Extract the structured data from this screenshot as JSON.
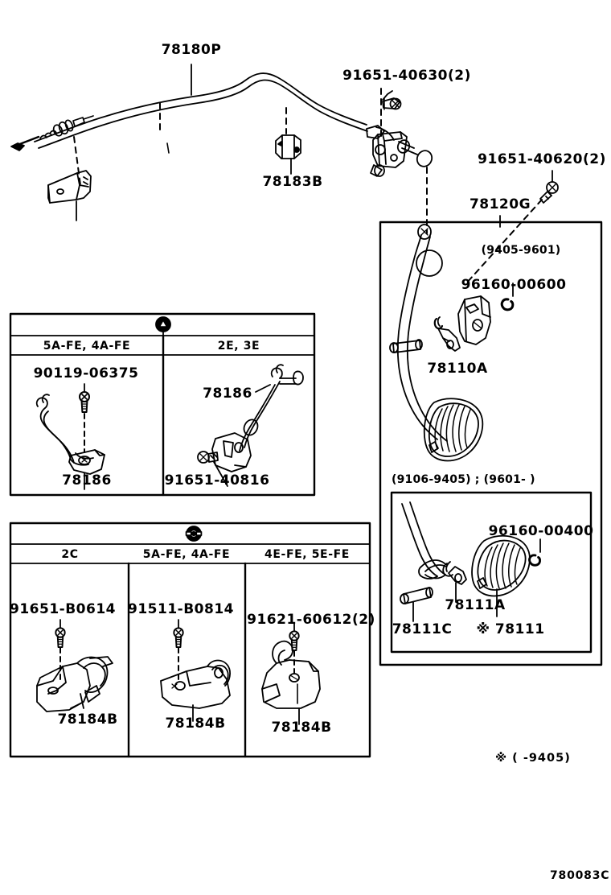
{
  "diagram": {
    "id_code": "780083C",
    "footnote": "※ (    -9405)"
  },
  "main_callouts": [
    {
      "id": "78180P",
      "text": "78180P"
    },
    {
      "id": "78183B",
      "text": "78183B"
    },
    {
      "id": "91651-40630(2)",
      "text": "91651-40630(2)"
    },
    {
      "id": "91651-40620(2)",
      "text": "91651-40620(2)"
    },
    {
      "id": "78120G",
      "text": "78120G"
    }
  ],
  "panel_pedal": {
    "condition_top": "(9405-9601)",
    "condition_bottom": "(9106-9405) ; (9601-        )",
    "callouts": [
      {
        "id": "96160-00600",
        "text": "96160-00600"
      },
      {
        "id": "78110A",
        "text": "78110A"
      }
    ],
    "inner": {
      "callouts": [
        {
          "id": "96160-00400",
          "text": "96160-00400"
        },
        {
          "id": "78111A",
          "text": "78111A"
        },
        {
          "id": "78111C",
          "text": "78111C"
        },
        {
          "id": "78111",
          "text": "※ 78111"
        }
      ]
    }
  },
  "panel_triangle": {
    "marker": "triangle-marker",
    "columns": [
      {
        "header": "5A-FE, 4A-FE",
        "callouts": [
          {
            "id": "90119-06375",
            "text": "90119-06375"
          },
          {
            "id": "78186",
            "text": "78186"
          }
        ]
      },
      {
        "header": "2E, 3E",
        "callouts": [
          {
            "id": "78186",
            "text": "78186"
          },
          {
            "id": "91651-40816",
            "text": "91651-40816"
          }
        ]
      }
    ]
  },
  "panel_circle": {
    "marker": "circle-marker",
    "columns": [
      {
        "header": "2C",
        "callouts": [
          {
            "id": "91651-B0614",
            "text": "91651-B0614"
          },
          {
            "id": "78184B",
            "text": "78184B"
          }
        ]
      },
      {
        "header": "5A-FE, 4A-FE",
        "callouts": [
          {
            "id": "91511-B0814",
            "text": "91511-B0814"
          },
          {
            "id": "78184B",
            "text": "78184B"
          }
        ]
      },
      {
        "header": "4E-FE, 5E-FE",
        "callouts": [
          {
            "id": "91621-60612(2)",
            "text": "91621-60612(2)"
          },
          {
            "id": "78184B",
            "text": "78184B"
          }
        ]
      }
    ]
  },
  "colors": {
    "ink": "#000000",
    "paper": "#ffffff"
  }
}
